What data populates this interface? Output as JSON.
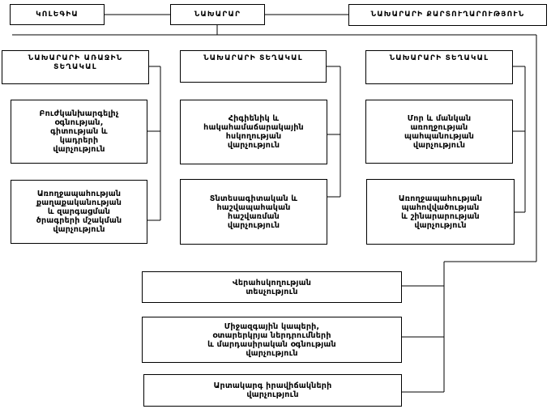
{
  "top_row": {
    "collegium": "ԿՈԼԵԳԻԱ",
    "minister": "ՆԱԽԱՐԱՐ",
    "secretariat": "ՆԱԽԱՐԱՐԻ ՔԱՐՏՈՒՂԱՐՈՒԹՅՈՒՆ"
  },
  "column_1": {
    "head": "ՆԱԽԱՐԱՐԻ ԱՌԱՋԻՆ\nՏԵՂԱԿԱԼ",
    "dept_1": "Բուժկանխարգելիչ\nօգնության,\nգիտության և\nկադրերի\nվարչություն",
    "dept_2": "Առողջապահության\nքաղաքականության\nև զարգացման\nծրագրերի մշակման\nվարչություն"
  },
  "column_2": {
    "head": "ՆԱԽԱՐԱՐԻ ՏԵՂԱԿԱԼ",
    "dept_1": "Հիգիենիկ և\nհակահամաճարակային\nհսկողության\nվարչություն",
    "dept_2": "Տնտեսագիտական և\nհաշվապահական\nհաշվառման\nվարչություն"
  },
  "column_3": {
    "head": "ՆԱԽԱՐԱՐԻ ՏԵՂԱԿԱԼ",
    "dept_1": "Մոր և մանկան\nառողջության\nպահպանության\nվարչություն",
    "dept_2": "Առողջապահության\nպահովվածության\nև շինարարության\nվարչություն"
  },
  "bottom": {
    "inspection": "Վերահսկողության\nտեսչություն",
    "international": "Միջազգային կապերի,\nօտարերկրյա ներդրումների\nև մարդասիրական օգնության\nվարչություն",
    "legal": "Արտակարգ իրավիճակների\nվարչություն"
  }
}
